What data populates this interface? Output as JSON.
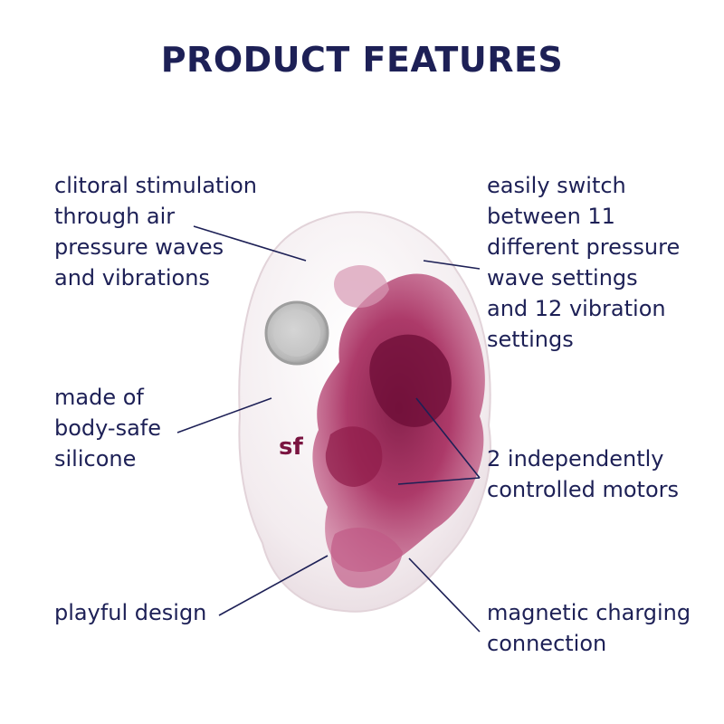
{
  "title": "PRODUCT FEATURES",
  "product": {
    "logo_text": "sf"
  },
  "features": [
    {
      "lines": [
        "clitoral stimulation",
        "through air",
        "pressure waves",
        "and vibrations"
      ]
    },
    {
      "lines": [
        "easily switch",
        "between 11",
        "different pressure",
        "wave settings",
        "and 12 vibration",
        "settings"
      ]
    },
    {
      "lines": [
        "made of",
        "body-safe",
        "silicone"
      ]
    },
    {
      "lines": [
        "2 independently",
        "controlled motors"
      ]
    },
    {
      "lines": [
        "playful design"
      ]
    },
    {
      "lines": [
        "magnetic charging",
        "connection"
      ]
    }
  ],
  "colors": {
    "text": "#1d2056",
    "accent": "#9b1d4e",
    "body": "#f4eef0"
  }
}
